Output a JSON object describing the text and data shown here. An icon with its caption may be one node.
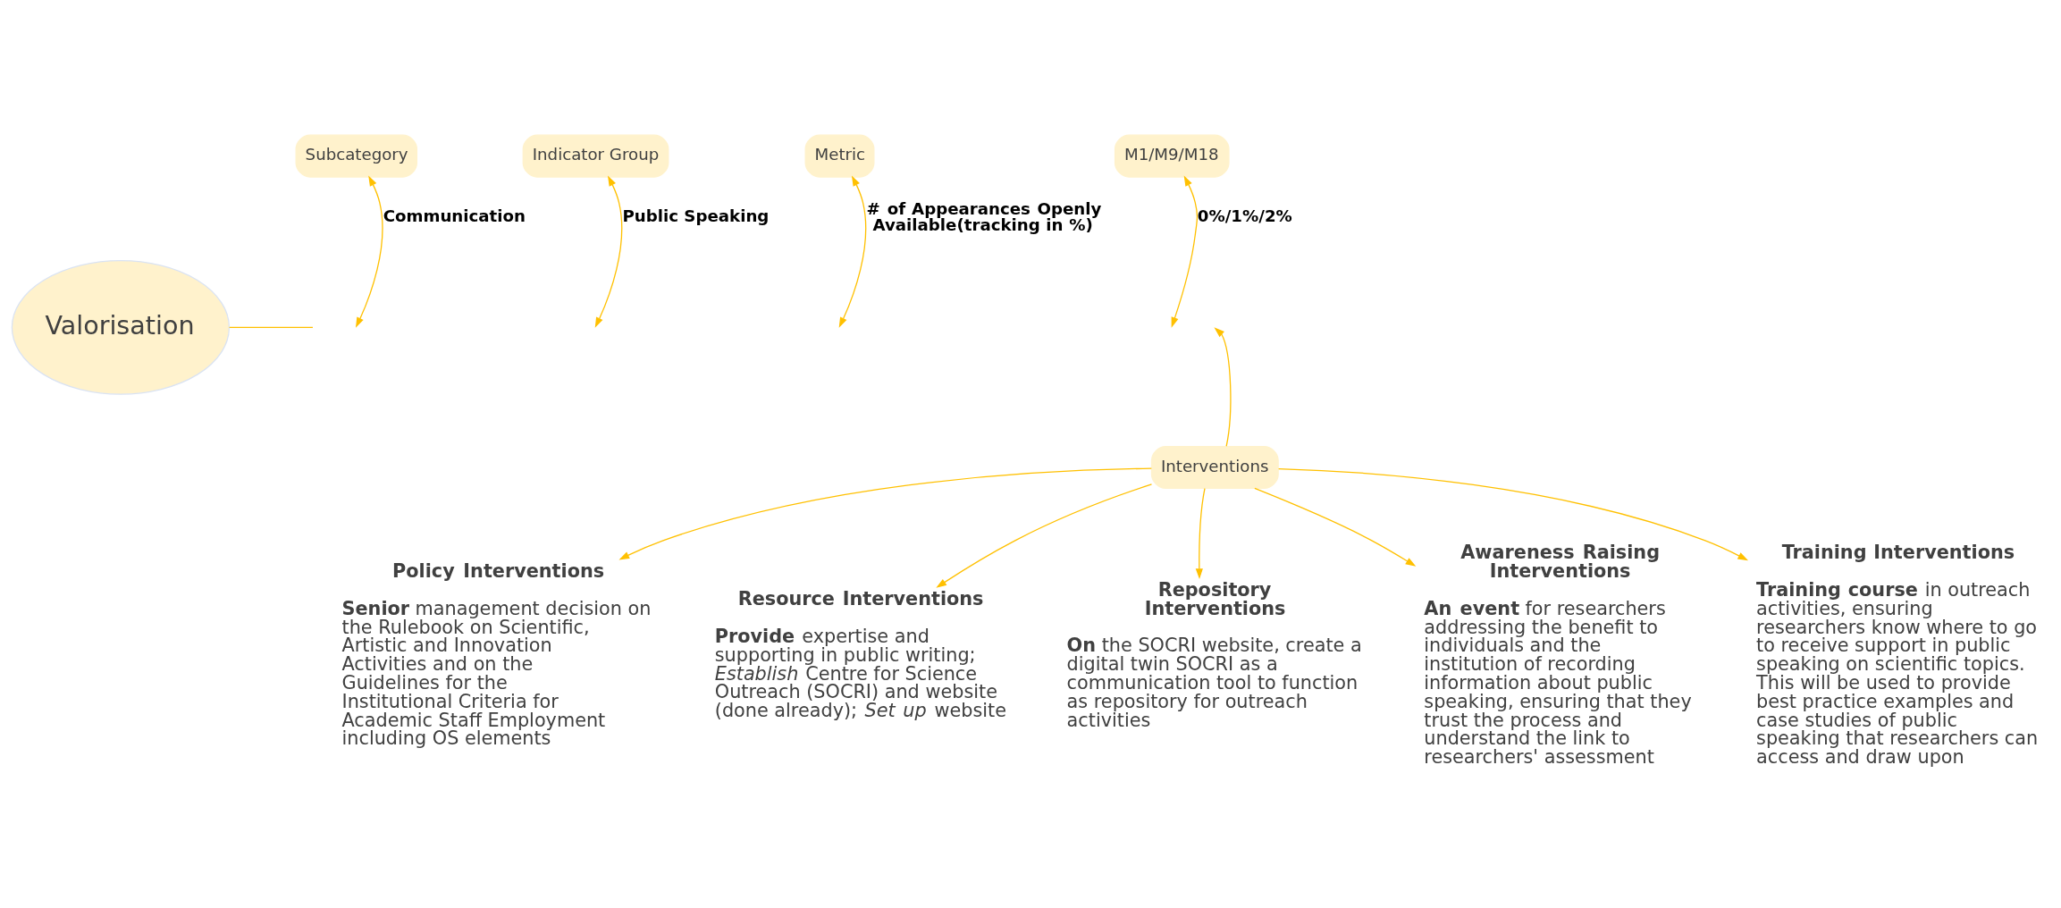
{
  "diagram": {
    "nodes": [
      {
        "text": [
          "Valorisation"
        ]
      },
      {
        "text": [
          "Subcategory"
        ]
      },
      {
        "text": [
          "Indicator Group"
        ]
      },
      {
        "text": [
          "Metric"
        ]
      },
      {
        "text": [
          "M1/M9/M18"
        ]
      },
      {
        "text": [
          "Interventions"
        ]
      },
      {
        "text": [
          "Policy Interventions",
          "**Senior** management decision on the Rulebook on Scientific, Artistic and Innovation Activities and on the Guidelines for the Institutional Criteria for Academic Staff Employment including OS elements"
        ]
      },
      {
        "text": [
          "Resource Interventions",
          "**Provide** expertise and supporting in public writing; *Establish* Centre for Science Outreach (SOCRI) and website (done already); *Set up* website"
        ]
      },
      {
        "text": [
          "Repository Interventions",
          "**On** the SOCRI website, create a digital twin SOCRI as a communication tool to function as repository for outreach activities"
        ]
      },
      {
        "text": [
          "Awareness Raising Interventions",
          "**An event** for researchers addressing the benefit to individuals and the institution of recording information about public speaking, ensuring that they trust the process and understand the link to researchers' assessment"
        ]
      },
      {
        "text": [
          "Training Interventions",
          "**Training course** in outreach activities, ensuring researchers know where to go to receive support in public speaking on scientific topics. This will be used to provide best practice examples and case studies of public speaking that researchers can access and draw upon"
        ]
      }
    ],
    "edges": [
      {
        "from": 0,
        "to": null,
        "arrow": "none"
      },
      {
        "from": null,
        "to": 1,
        "arrow": "both",
        "label": "Communication"
      },
      {
        "from": null,
        "to": 2,
        "arrow": "both",
        "label": "Public Speaking"
      },
      {
        "from": null,
        "to": 3,
        "arrow": "both",
        "label": "# of Appearances Openly Available(tracking in %)"
      },
      {
        "from": null,
        "to": 4,
        "arrow": "both",
        "label": "0%/1%/2%"
      },
      {
        "from": 5,
        "to": null,
        "arrow": "to"
      },
      {
        "from": 5,
        "to": 6,
        "arrow": "to"
      },
      {
        "from": 5,
        "to": 7,
        "arrow": "to"
      },
      {
        "from": 5,
        "to": 8,
        "arrow": "to"
      },
      {
        "from": 5,
        "to": 9,
        "arrow": "to"
      },
      {
        "from": 5,
        "to": 10,
        "arrow": "to"
      }
    ]
  }
}
